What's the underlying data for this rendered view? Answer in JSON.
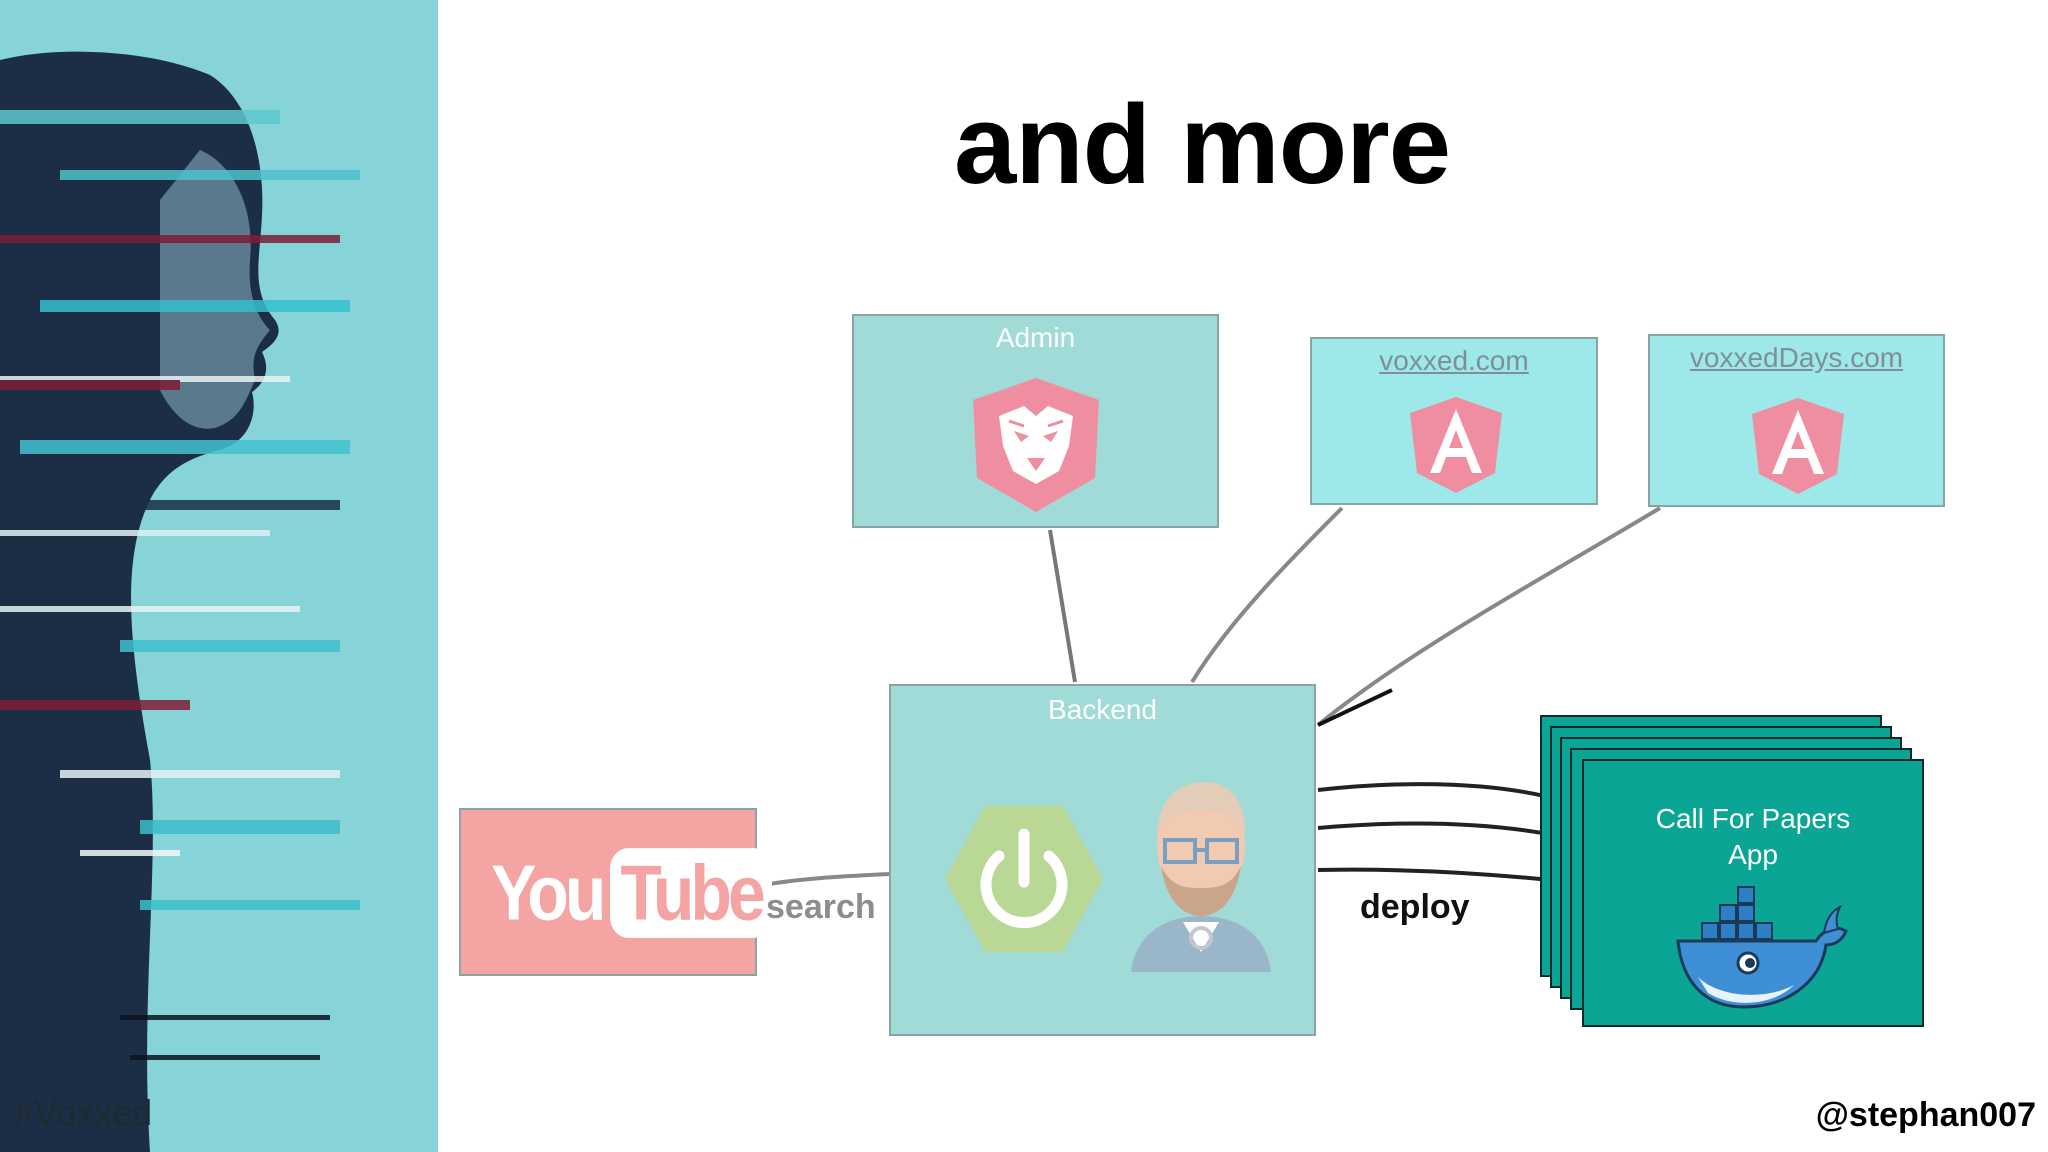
{
  "slide": {
    "title": "and more",
    "hashtag": "#Voxxed",
    "handle": "@stephan007"
  },
  "nodes": {
    "admin": {
      "label": "Admin",
      "icon": "jhipster-icon"
    },
    "voxxed": {
      "label": "voxxed.com",
      "icon": "angular-icon"
    },
    "voxxed_days": {
      "label": "voxxedDays.com",
      "icon": "angular-icon"
    },
    "backend": {
      "label": "Backend",
      "icons": [
        "spring-boot-icon",
        "developer-avatar-icon"
      ]
    },
    "youtube": {
      "logo_you": "You",
      "logo_tube": "Tube"
    },
    "cfp_app": {
      "label_line1": "Call For Papers",
      "label_line2": "App",
      "icon": "docker-whale-icon"
    }
  },
  "edges": {
    "search_label": "search",
    "deploy_label": "deploy"
  },
  "colors": {
    "box_teal": "#a0dbd7",
    "box_cyan": "#9de9ea",
    "youtube_pink": "#f4a4a2",
    "cfp_green": "#0aa595",
    "icon_pink": "#ee8ea0"
  }
}
